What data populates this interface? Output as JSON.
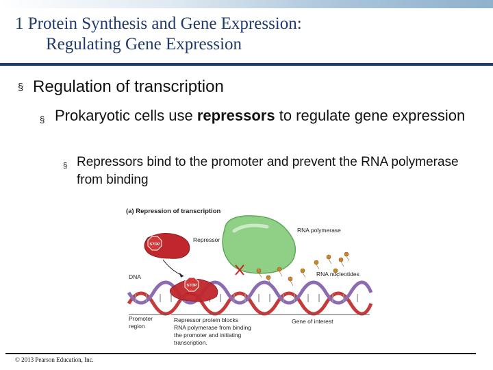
{
  "slide": {
    "title_line1": "1 Protein Synthesis and Gene Expression:",
    "title_line2": "Regulating Gene Expression"
  },
  "bullets": {
    "level1": "Regulation of transcription",
    "level2_pre": "Prokaryotic cells use ",
    "level2_bold": "repressors",
    "level2_post": " to regulate gene expression",
    "level3": "Repressors bind to the promoter and prevent the RNA polymerase from binding",
    "marker": "§"
  },
  "figure": {
    "title": "(a) Repression of transcription",
    "rna_polymerase": "RNA polymerase",
    "repressor": "Repressor",
    "stop_sign": "STOP",
    "dna": "DNA",
    "rna_nucleotides": "RNA nucleotides",
    "promoter_region_line1": "Promoter",
    "promoter_region_line2": "region",
    "caption_line1": "Repressor protein blocks",
    "caption_line2": "RNA polymerase from binding",
    "caption_line3": "the promoter and initiating",
    "caption_line4": "transcription.",
    "gene_of_interest": "Gene of interest",
    "colors": {
      "repressor": "#c0272d",
      "rna_polymerase": "#8fcf86",
      "dna_red": "#c63a3a",
      "dna_purple": "#8c6bb1",
      "nucleotide": "#c8852e"
    }
  },
  "footer": {
    "copyright": "© 2013 Pearson Education, Inc."
  }
}
